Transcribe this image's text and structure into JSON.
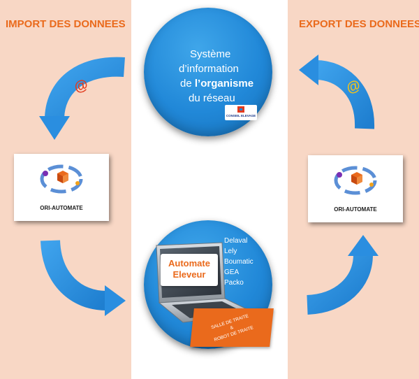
{
  "titles": {
    "import": "IMPORT DES DONNEES",
    "export": "EXPORT DES DONNEES"
  },
  "system": {
    "line1": "Système",
    "line2": "d’information",
    "line3_prefix": "de ",
    "line3_bold": "l’organisme",
    "line4": "du réseau",
    "logo_label": "CONSEIL ELEVAGE"
  },
  "cards": {
    "left_label": "ORI-AUTOMATE",
    "right_label": "ORI-AUTOMATE"
  },
  "automate": {
    "line1": "Automate",
    "line2": "Eleveur"
  },
  "brands": [
    "Delaval",
    "Lely",
    "Boumatic",
    "GEA",
    "Packo"
  ],
  "salle": {
    "line1": "SALLE DE TRAITE",
    "line2": "&",
    "line3": "ROBOT DE TRAITE"
  },
  "icons": {
    "email": "@"
  },
  "colors": {
    "accent_orange": "#ea6a1c",
    "arrow_blue": "#2b8fe0",
    "panel_peach": "#f8d7c5",
    "circle_blue": "#2188d8"
  }
}
